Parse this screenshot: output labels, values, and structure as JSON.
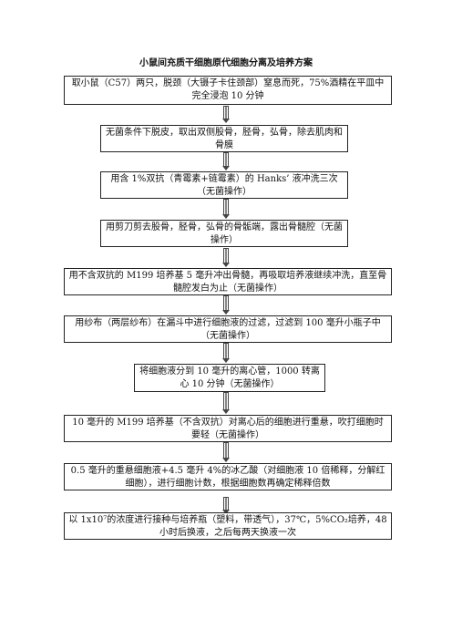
{
  "title": "小鼠间充质干细胞原代细胞分离及培养方案",
  "steps": [
    "取小鼠（C57）两只，脱颈（大镊子卡住颈部）窒息而死，75%酒精在平皿中完全浸泡 10 分钟",
    "无菌条件下脱皮，取出双侧股骨，胫骨，弘骨，除去肌肉和骨膜",
    "用含 1%双抗（青霉素+链霉素）的 Hanks’ 液冲洗三次（无菌操作）",
    "用剪刀剪去股骨，胫骨，弘骨的骨骺端，露出骨髓腔（无菌操作）",
    "用不含双抗的 M199 培养基 5 毫升冲出骨髓，再吸取培养液继续冲洗，直至骨髓腔发白为止（无菌操作）",
    "用纱布（两层纱布）在漏斗中进行细胞液的过滤，过滤到 100 毫升小瓶子中（无菌操作）",
    "将细胞液分到 10 毫升的离心管，1000 转离心 10 分钟（无菌操作）",
    "10 毫升的 M199 培养基（不含双抗）对离心后的细胞进行重悬，吹打细胞时要轻（无菌操作）",
    "0.5 毫升的重悬细胞液+4.5 毫升 4%的冰乙酸（对细胞液 10 倍稀释，分解红细胞），进行细胞计数，根据细胞数再确定稀释倍数",
    "以 1x10⁷的浓度进行接种与培养瓶（塑料，带透气），37℃，5%CO₂培养，48 小时后换液，之后每两天换液一次"
  ]
}
